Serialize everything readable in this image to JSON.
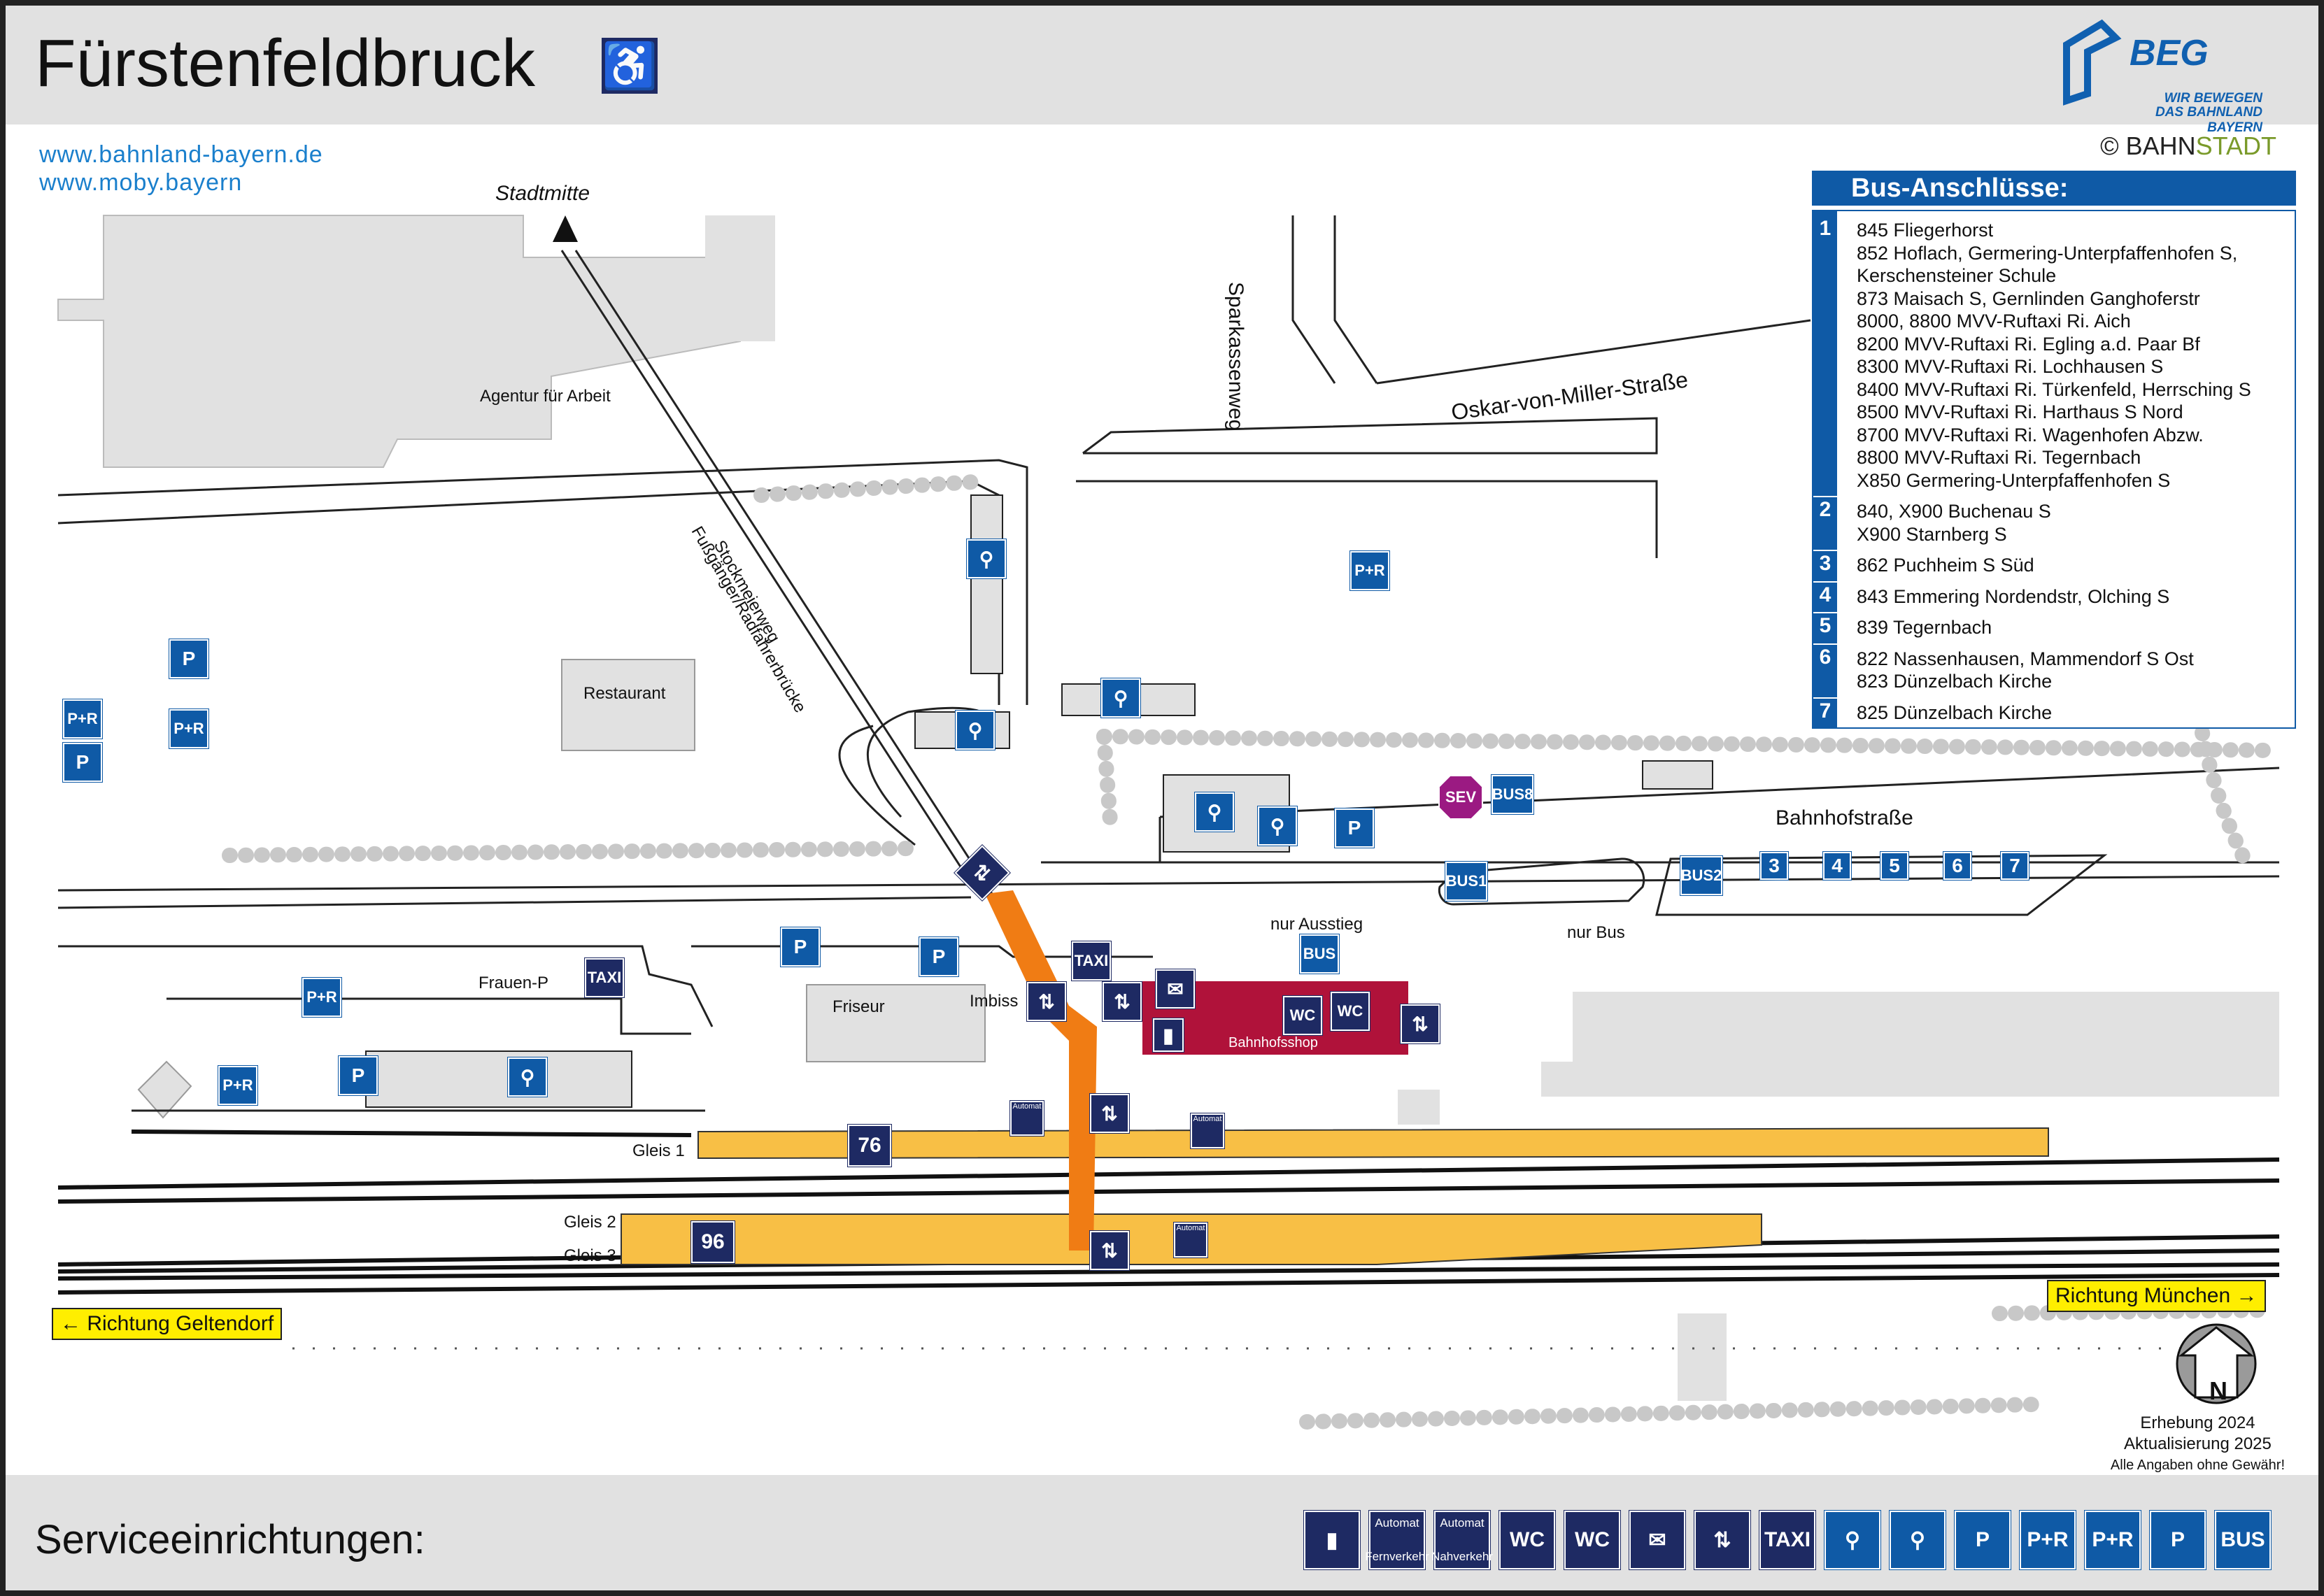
{
  "title": "Fürstenfeldbruck",
  "header": {
    "accessible_icon": "wheelchair-icon",
    "links": [
      "www.bahnland-bayern.de",
      "www.moby.bayern"
    ],
    "logo": {
      "name": "BEG",
      "tagline_1": "WIR BEWEGEN",
      "tagline_2": "DAS BAHNLAND BAYERN"
    },
    "copyright_symbol": "©",
    "copyright_a": "BAHN",
    "copyright_b": "STADT"
  },
  "bus": {
    "heading": "Bus-Anschlüsse:",
    "stops": [
      {
        "num": "1",
        "lines": [
          "845 Fliegerhorst",
          "852 Hoflach, Germering-Unterpfaffenhofen S,",
          "      Kerschensteiner Schule",
          "873 Maisach S, Gernlinden Ganghoferstr",
          "8000, 8800 MVV-Ruftaxi Ri. Aich",
          "8200 MVV-Ruftaxi Ri. Egling a.d. Paar Bf",
          "8300 MVV-Ruftaxi Ri. Lochhausen S",
          "8400 MVV-Ruftaxi Ri. Türkenfeld, Herrsching S",
          "8500 MVV-Ruftaxi Ri. Harthaus S Nord",
          "8700 MVV-Ruftaxi Ri. Wagenhofen Abzw.",
          "8800 MVV-Ruftaxi Ri. Tegernbach",
          "X850 Germering-Unterpfaffenhofen S"
        ]
      },
      {
        "num": "2",
        "lines": [
          "840, X900 Buchenau S",
          "X900 Starnberg S"
        ]
      },
      {
        "num": "3",
        "lines": [
          "862 Puchheim S Süd"
        ]
      },
      {
        "num": "4",
        "lines": [
          "843 Emmering Nordendstr, Olching S"
        ]
      },
      {
        "num": "5",
        "lines": [
          "839 Tegernbach"
        ]
      },
      {
        "num": "6",
        "lines": [
          "822 Nassenhausen, Mammendorf S Ost",
          "823 Dünzelbach Kirche"
        ]
      },
      {
        "num": "7",
        "lines": [
          "825 Dünzelbach Kirche"
        ]
      }
    ]
  },
  "map": {
    "labels": {
      "stadtmitte": "Stadtmitte",
      "agentur": "Agentur für Arbeit",
      "sparkassenweg": "Sparkassenweg",
      "oskar": "Oskar-von-Miller-Straße",
      "stockmeierweg": "Stockmeierweg",
      "bruecke": "Fußgänger/Radfahrerbrücke",
      "restaurant": "Restaurant",
      "bahnhofstrasse": "Bahnhofstraße",
      "nur_ausstieg": "nur Ausstieg",
      "nur_bus": "nur Bus",
      "frauen_p": "Frauen-P",
      "friseur": "Friseur",
      "imbiss": "Imbiss",
      "bahnhofsshop": "Bahnhofsshop",
      "gleis1": "Gleis 1",
      "gleis2": "Gleis 2",
      "gleis3": "Gleis 3",
      "platform1_len": "76",
      "platform23_len": "96",
      "automat": "Automat"
    },
    "icons": {
      "pr": "P+R",
      "p": "P",
      "taxi": "TAXI",
      "bus": "BUS",
      "sev": "SEV",
      "wc": "WC",
      "bus_stop_8": "8",
      "bus_stops": [
        "1",
        "2",
        "3",
        "4",
        "5",
        "6",
        "7"
      ]
    },
    "directions": {
      "west": "Richtung Geltendorf",
      "east": "Richtung München",
      "west_arrow": "←",
      "east_arrow": "→"
    },
    "north_label": "N"
  },
  "notes": {
    "survey": "Erhebung 2024",
    "update": "Aktualisierung 2025",
    "disclaimer": "Alle Angaben ohne Gewähr!"
  },
  "service": {
    "label": "Serviceeinrichtungen:",
    "icons": [
      {
        "name": "ticket-office-icon",
        "text": "▮",
        "blue": false
      },
      {
        "name": "automat-fernverkehr-icon",
        "text": "Automat",
        "sub": "Fernverkehr",
        "blue": false
      },
      {
        "name": "automat-nahverkehr-icon",
        "text": "Automat",
        "sub": "Nahverkehr",
        "blue": false
      },
      {
        "name": "accessible-wc-icon",
        "text": "WC",
        "blue": false
      },
      {
        "name": "wc-icon",
        "text": "WC",
        "blue": false
      },
      {
        "name": "mail-icon",
        "text": "✉",
        "blue": false
      },
      {
        "name": "elevator-icon",
        "text": "⇅",
        "blue": false
      },
      {
        "name": "taxi-icon",
        "text": "TAXI",
        "blue": false
      },
      {
        "name": "bike-rental-icon",
        "text": "⚲",
        "blue": true
      },
      {
        "name": "bike-parking-icon",
        "text": "⚲",
        "blue": true
      },
      {
        "name": "accessible-parking-icon",
        "text": "P",
        "blue": true
      },
      {
        "name": "covered-park-ride-icon",
        "text": "P+R",
        "blue": true
      },
      {
        "name": "park-ride-icon",
        "text": "P+R",
        "blue": true
      },
      {
        "name": "short-term-parking-icon",
        "text": "P",
        "blue": true
      },
      {
        "name": "bus-icon",
        "text": "BUS",
        "blue": true
      }
    ]
  },
  "colors": {
    "header_bg": "#e1e1e1",
    "pictogram_dark": "#1e2a63",
    "pictogram_blue": "#0f5aa6",
    "platform": "#f8bf45",
    "underpass": "#f07c14",
    "shop": "#b0123a",
    "sev": "#9b1a82",
    "direction_sign": "#ffee00"
  }
}
